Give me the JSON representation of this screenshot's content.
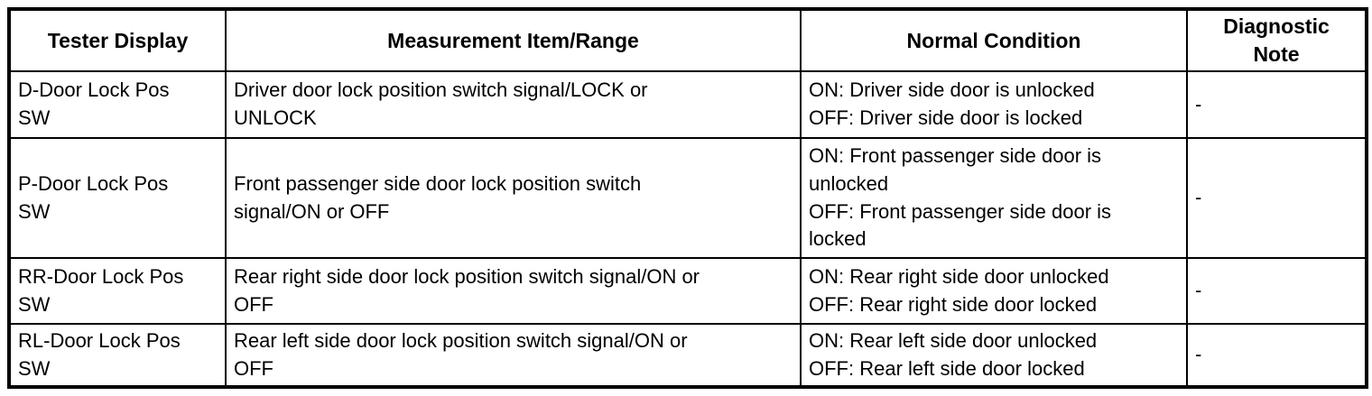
{
  "table": {
    "headers": {
      "tester_display": "Tester Display",
      "measurement_item_range": "Measurement Item/Range",
      "normal_condition": "Normal Condition",
      "diagnostic_note": "Diagnostic\nNote"
    },
    "rows": [
      {
        "tester_display": "D-Door Lock Pos\nSW",
        "measurement_item_range": "Driver door lock position switch signal/LOCK or\nUNLOCK",
        "normal_condition": "ON: Driver side door is unlocked\nOFF: Driver side door is locked",
        "diagnostic_note": "-"
      },
      {
        "tester_display": "P-Door Lock Pos\nSW",
        "measurement_item_range": "Front passenger side door lock position switch\nsignal/ON or OFF",
        "normal_condition": "ON: Front passenger side door is\nunlocked\nOFF: Front passenger side door is\nlocked",
        "diagnostic_note": "-"
      },
      {
        "tester_display": "RR-Door Lock Pos\nSW",
        "measurement_item_range": "Rear right side door lock position switch signal/ON or\nOFF",
        "normal_condition": "ON: Rear right side door unlocked\nOFF: Rear right side door locked",
        "diagnostic_note": "-"
      },
      {
        "tester_display": "RL-Door Lock Pos\nSW",
        "measurement_item_range": "Rear left side door lock position switch signal/ON or\nOFF",
        "normal_condition": "ON: Rear left side door unlocked\nOFF: Rear left side door locked",
        "diagnostic_note": "-"
      }
    ]
  }
}
